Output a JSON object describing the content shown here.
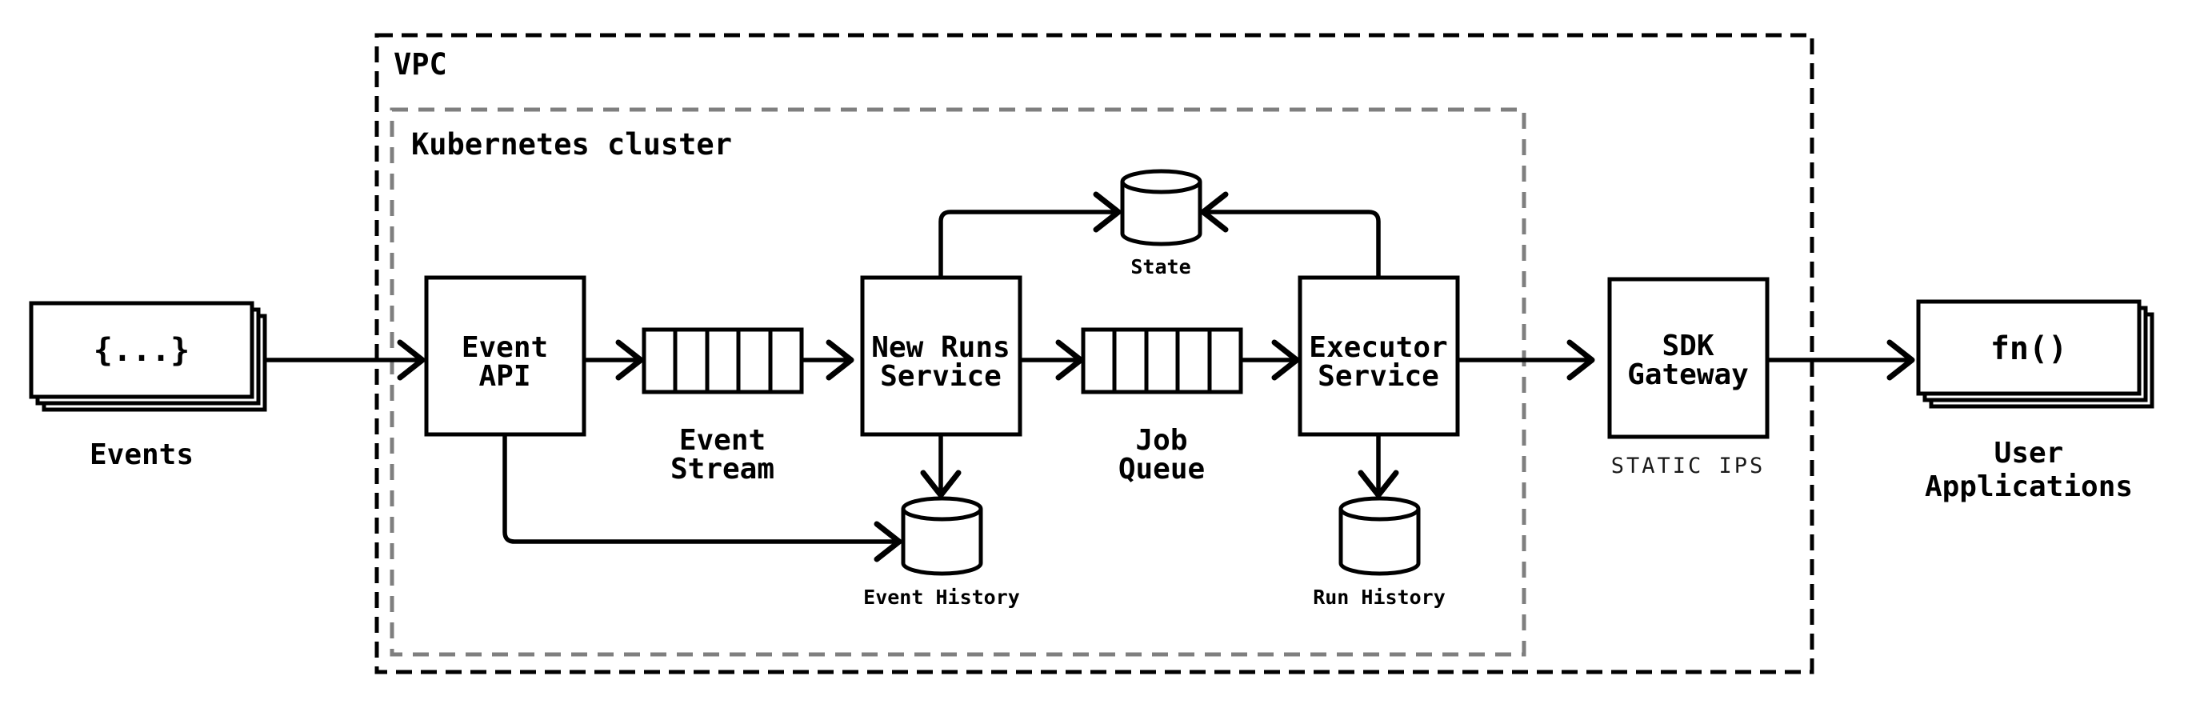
{
  "containers": {
    "vpc": {
      "label": "VPC"
    },
    "kubernetes": {
      "label": "Kubernetes cluster"
    }
  },
  "nodes": {
    "events": {
      "icon_text": "{...}",
      "label": "Events"
    },
    "event_api": {
      "line1": "Event",
      "line2": "API"
    },
    "event_stream": {
      "label_line1": "Event",
      "label_line2": "Stream"
    },
    "new_runs_service": {
      "line1": "New Runs",
      "line2": "Service"
    },
    "state_db": {
      "label": "State"
    },
    "job_queue": {
      "label_line1": "Job",
      "label_line2": "Queue"
    },
    "executor_service": {
      "line1": "Executor",
      "line2": "Service"
    },
    "event_history_db": {
      "label": "Event History"
    },
    "run_history_db": {
      "label": "Run History"
    },
    "sdk_gateway": {
      "line1": "SDK",
      "line2": "Gateway",
      "caption": "STATIC IPS"
    },
    "user_applications": {
      "icon_text": "fn()",
      "label_line1": "User",
      "label_line2": "Applications"
    }
  },
  "edges": [
    {
      "from": "events",
      "to": "event_api"
    },
    {
      "from": "event_api",
      "to": "event_stream"
    },
    {
      "from": "event_stream",
      "to": "new_runs_service"
    },
    {
      "from": "new_runs_service",
      "to": "job_queue"
    },
    {
      "from": "job_queue",
      "to": "executor_service"
    },
    {
      "from": "new_runs_service",
      "to": "state_db"
    },
    {
      "from": "executor_service",
      "to": "state_db"
    },
    {
      "from": "new_runs_service",
      "to": "event_history_db"
    },
    {
      "from": "event_api",
      "to": "event_history_db"
    },
    {
      "from": "executor_service",
      "to": "run_history_db"
    },
    {
      "from": "executor_service",
      "to": "sdk_gateway"
    },
    {
      "from": "sdk_gateway",
      "to": "user_applications"
    }
  ],
  "colors": {
    "stroke": "#000000",
    "cluster_border": "#7f7f7f",
    "background": "#ffffff"
  }
}
